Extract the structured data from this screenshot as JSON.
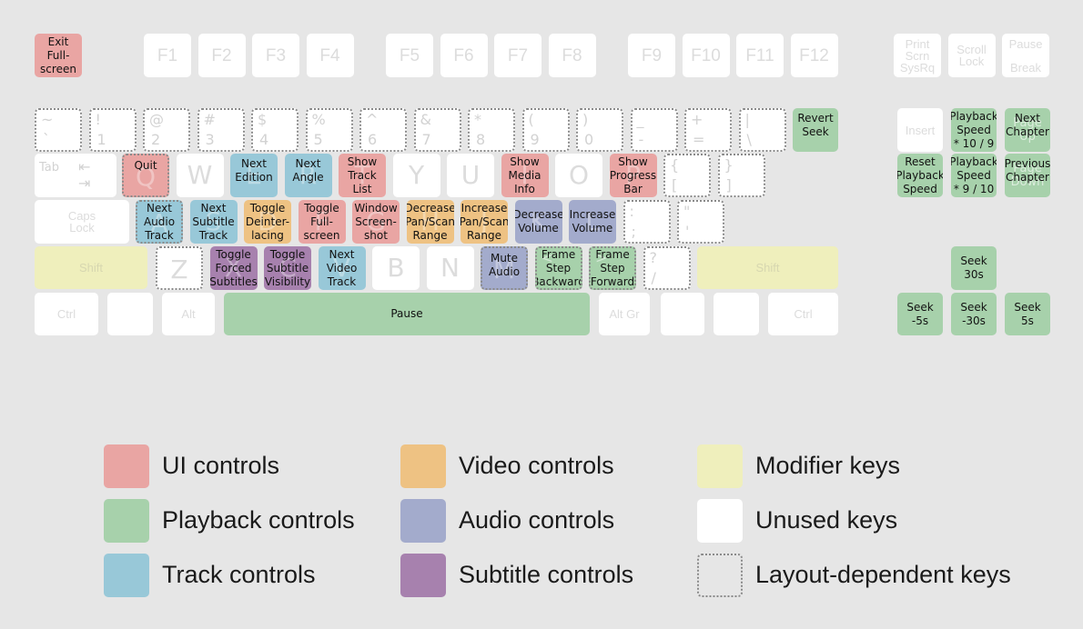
{
  "colors": {
    "ui": "#e9a5a3",
    "playback": "#a7d1ab",
    "track": "#98c8d8",
    "video": "#eec283",
    "audio": "#a3abcc",
    "subtitle": "#a781ae",
    "modifier": "#efefbc",
    "unused": "#ffffff"
  },
  "legend": [
    {
      "label": "UI controls",
      "color": "ui"
    },
    {
      "label": "Playback controls",
      "color": "playback"
    },
    {
      "label": "Track controls",
      "color": "track"
    },
    {
      "label": "Video controls",
      "color": "video"
    },
    {
      "label": "Audio controls",
      "color": "audio"
    },
    {
      "label": "Subtitle controls",
      "color": "subtitle"
    },
    {
      "label": "Modifier keys",
      "color": "modifier"
    },
    {
      "label": "Unused keys",
      "color": "unused"
    },
    {
      "label": "Layout-dependent keys",
      "color": "dependent"
    }
  ],
  "keys": [
    {
      "id": "esc",
      "action": "Exit\nFull-\nscreen",
      "color": "ui"
    },
    {
      "id": "f1",
      "legend": "F1"
    },
    {
      "id": "f2",
      "legend": "F2"
    },
    {
      "id": "f3",
      "legend": "F3"
    },
    {
      "id": "f4",
      "legend": "F4"
    },
    {
      "id": "f5",
      "legend": "F5"
    },
    {
      "id": "f6",
      "legend": "F6"
    },
    {
      "id": "f7",
      "legend": "F7"
    },
    {
      "id": "f8",
      "legend": "F8"
    },
    {
      "id": "f9",
      "legend": "F9"
    },
    {
      "id": "f10",
      "legend": "F10"
    },
    {
      "id": "f11",
      "legend": "F11"
    },
    {
      "id": "f12",
      "legend": "F12"
    },
    {
      "id": "prtsc",
      "legend": "Print\nScrn\nSysRq"
    },
    {
      "id": "scrlk",
      "legend": "Scroll\nLock"
    },
    {
      "id": "pause-break",
      "legend": "Pause\n\nBreak"
    },
    {
      "id": "grave",
      "tl": "~",
      "bl": "`",
      "dep": true
    },
    {
      "id": "d1",
      "tl": "!",
      "bl": "1",
      "dep": true
    },
    {
      "id": "d2",
      "tl": "@",
      "bl": "2",
      "dep": true
    },
    {
      "id": "d3",
      "tl": "#",
      "bl": "3",
      "dep": true
    },
    {
      "id": "d4",
      "tl": "$",
      "bl": "4",
      "dep": true
    },
    {
      "id": "d5",
      "tl": "%",
      "bl": "5",
      "dep": true
    },
    {
      "id": "d6",
      "tl": "^",
      "bl": "6",
      "dep": true
    },
    {
      "id": "d7",
      "tl": "&",
      "bl": "7",
      "dep": true
    },
    {
      "id": "d8",
      "tl": "*",
      "bl": "8",
      "dep": true
    },
    {
      "id": "d9",
      "tl": "(",
      "bl": "9",
      "dep": true
    },
    {
      "id": "d0",
      "tl": ")",
      "bl": "0",
      "dep": true
    },
    {
      "id": "minus",
      "tl": "_",
      "bl": "-",
      "dep": true
    },
    {
      "id": "equal",
      "tl": "+",
      "bl": "=",
      "dep": true
    },
    {
      "id": "bslash",
      "tl": "|",
      "bl": "\\",
      "dep": true
    },
    {
      "id": "backspace",
      "action": "Revert\nSeek",
      "color": "playback",
      "atop": true
    },
    {
      "id": "tab",
      "tl": "Tab"
    },
    {
      "id": "q",
      "big": "Q",
      "action": "Quit",
      "color": "ui",
      "dep": true,
      "atop": true
    },
    {
      "id": "w",
      "big": "W"
    },
    {
      "id": "e",
      "big": "E",
      "action": "Next\nEdition",
      "color": "track",
      "atop": true
    },
    {
      "id": "r",
      "big": "R",
      "action": "Next\nAngle",
      "color": "track",
      "atop": true
    },
    {
      "id": "t",
      "big": "T",
      "action": "Show\nTrack\nList",
      "color": "ui"
    },
    {
      "id": "y",
      "big": "Y"
    },
    {
      "id": "u",
      "big": "U"
    },
    {
      "id": "i",
      "big": "I",
      "action": "Show\nMedia\nInfo",
      "color": "ui"
    },
    {
      "id": "o",
      "big": "O"
    },
    {
      "id": "p",
      "big": "P",
      "action": "Show\nProgress\nBar",
      "color": "ui"
    },
    {
      "id": "lbrack",
      "tl": "{",
      "bl": "[",
      "dep": true
    },
    {
      "id": "rbrack",
      "tl": "}",
      "bl": "]",
      "dep": true
    },
    {
      "id": "enter"
    },
    {
      "id": "capslock",
      "legend": "Caps\nLock"
    },
    {
      "id": "a",
      "big": "A",
      "action": "Next\nAudio\nTrack",
      "color": "track",
      "dep": true
    },
    {
      "id": "s",
      "big": "S",
      "action": "Next\nSubtitle\nTrack",
      "color": "track"
    },
    {
      "id": "d",
      "big": "D",
      "action": "Toggle\nDeinter-\nlacing",
      "color": "video"
    },
    {
      "id": "f",
      "big": "F",
      "action": "Toggle\nFull-\nscreen",
      "color": "ui"
    },
    {
      "id": "g",
      "big": "G",
      "action": "Window\nScreen-\nshot",
      "color": "ui"
    },
    {
      "id": "h",
      "big": "H",
      "action": "Decrease\nPan/Scan\nRange",
      "color": "video"
    },
    {
      "id": "j",
      "big": "J",
      "action": "Increase\nPan/Scan\nRange",
      "color": "video"
    },
    {
      "id": "k",
      "big": "K",
      "action": "Decrease\nVolume",
      "color": "audio"
    },
    {
      "id": "l",
      "big": "L",
      "action": "Increase\nVolume",
      "color": "audio"
    },
    {
      "id": "semicolon",
      "tl": ":",
      "bl": ";",
      "dep": true
    },
    {
      "id": "quote",
      "tl": "\"",
      "bl": "'",
      "dep": true
    },
    {
      "id": "lshift",
      "legend": "Shift",
      "color": "modifier"
    },
    {
      "id": "z",
      "big": "Z",
      "dep": true
    },
    {
      "id": "x",
      "big": "X",
      "action": "Toggle\nForced\nSubtitles",
      "color": "subtitle"
    },
    {
      "id": "c",
      "big": "C",
      "action": "Toggle\nSubtitle\nVisibility",
      "color": "subtitle"
    },
    {
      "id": "v",
      "big": "V",
      "action": "Next\nVideo\nTrack",
      "color": "track"
    },
    {
      "id": "b",
      "big": "B"
    },
    {
      "id": "n",
      "big": "N"
    },
    {
      "id": "m",
      "big": "M",
      "action": "Mute\nAudio",
      "color": "audio",
      "dep": true,
      "atop": true
    },
    {
      "id": "comma",
      "tl": "<",
      "bl": ",",
      "action": "Frame\nStep\nBackward",
      "color": "playback",
      "dep": true
    },
    {
      "id": "period",
      "tl": ">",
      "bl": ".",
      "action": "Frame\nStep\nForward",
      "color": "playback",
      "dep": true
    },
    {
      "id": "slash",
      "tl": "?",
      "bl": "/",
      "dep": true
    },
    {
      "id": "rshift",
      "legend": "Shift",
      "color": "modifier"
    },
    {
      "id": "lctrl",
      "legend": "Ctrl"
    },
    {
      "id": "lwin"
    },
    {
      "id": "lalt",
      "legend": "Alt"
    },
    {
      "id": "space",
      "action": "Pause",
      "color": "playback"
    },
    {
      "id": "altgr",
      "legend": "Alt Gr"
    },
    {
      "id": "rwin"
    },
    {
      "id": "menu"
    },
    {
      "id": "rctrl",
      "legend": "Ctrl"
    },
    {
      "id": "insert",
      "legend": "Insert"
    },
    {
      "id": "home",
      "action": "Playback\nSpeed\n* 10 / 9",
      "color": "playback"
    },
    {
      "id": "pgup",
      "action": "Next\nChapter",
      "color": "playback",
      "atop": true,
      "g": "Page\nUp"
    },
    {
      "id": "delete",
      "action": "Reset\nPlayback\nSpeed",
      "color": "playback"
    },
    {
      "id": "end",
      "action": "Playback\nSpeed\n* 9 / 10",
      "color": "playback"
    },
    {
      "id": "pgdn",
      "action": "Previous\nChapter",
      "color": "playback",
      "atop": true,
      "g": "Page\nDown"
    },
    {
      "id": "up",
      "action": "Seek\n30s",
      "color": "playback"
    },
    {
      "id": "left",
      "action": "Seek\n-5s",
      "color": "playback"
    },
    {
      "id": "down",
      "action": "Seek\n-30s",
      "color": "playback"
    },
    {
      "id": "right",
      "action": "Seek\n5s",
      "color": "playback"
    }
  ]
}
